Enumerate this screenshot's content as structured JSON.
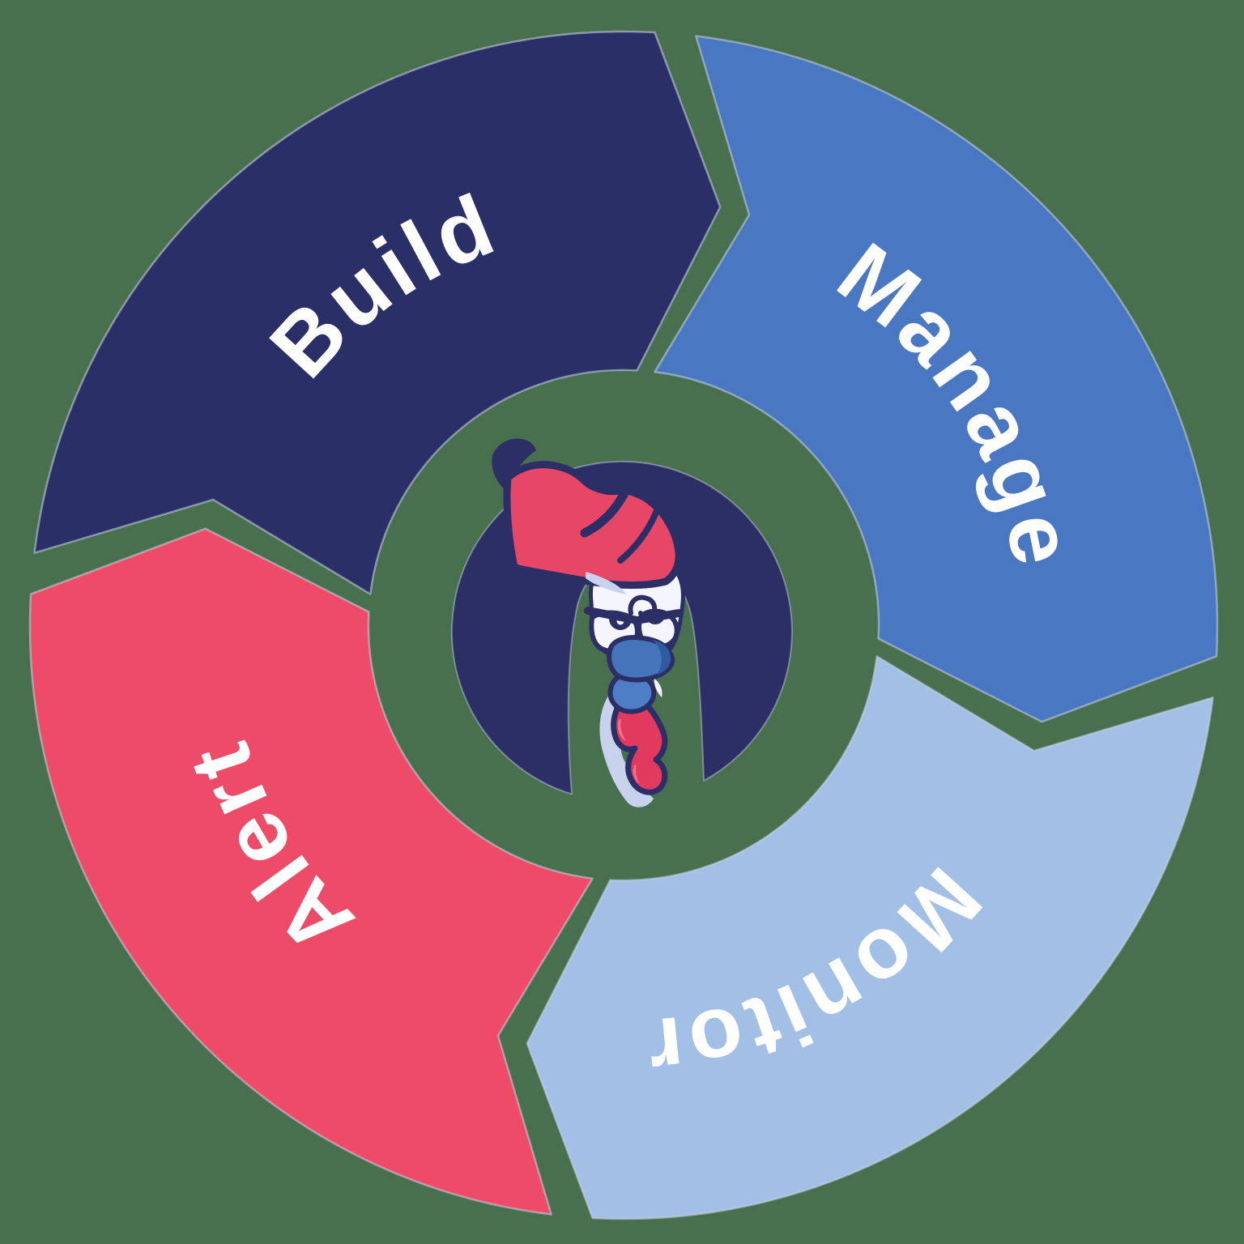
{
  "diagram": {
    "type": "cycle",
    "direction": "clockwise",
    "background_color": "#48704e",
    "text_color": "#ffffff",
    "steps": [
      {
        "label": "Build",
        "color": "#2b2f68",
        "position": "top-left"
      },
      {
        "label": "Manage",
        "color": "#4a77c1",
        "position": "top-right"
      },
      {
        "label": "Monitor",
        "color": "#a2c0e6",
        "position": "bottom-right"
      },
      {
        "label": "Alert",
        "color": "#ee4b68",
        "position": "bottom-left"
      }
    ],
    "center_icon": {
      "name": "rooster-mascot",
      "circle_color": "#2b2f66",
      "outline_color": "#2b2f66",
      "comb_color": "#e64766",
      "beak_color": "#4574bb",
      "beak_shade_color": "#2f5ba0",
      "beak_lower_color": "#4d7ec6",
      "wattle_color": "#e23a5e",
      "wattle_highlight_color": "#f2718a",
      "eye_color": "#f4f6fc",
      "shadow_color": "#c8d2ec"
    }
  }
}
